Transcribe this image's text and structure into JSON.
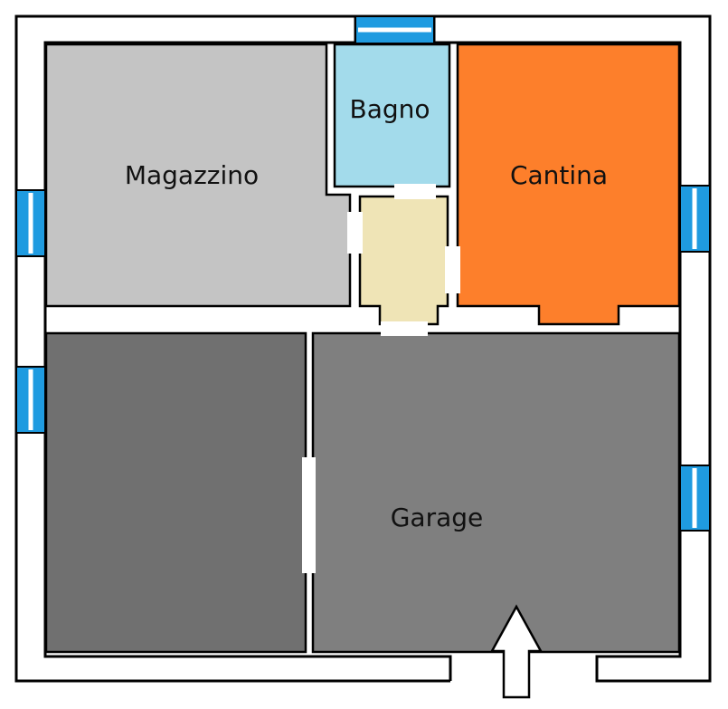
{
  "rooms": {
    "magazzino": {
      "label": "Magazzino",
      "color": "#c4c4c4"
    },
    "bagno": {
      "label": "Bagno",
      "color": "#a3dbeb"
    },
    "cantina": {
      "label": "Cantina",
      "color": "#fd7f2b"
    },
    "disimpegno": {
      "label": "",
      "color": "#efe4b6"
    },
    "stanza_grigia": {
      "label": "",
      "color": "#707070"
    },
    "garage": {
      "label": "Garage",
      "color": "#7f7f7f"
    }
  },
  "colors": {
    "wall_outline": "#000000",
    "wall_fill": "#ffffff",
    "window_blue": "#1f9be0"
  }
}
